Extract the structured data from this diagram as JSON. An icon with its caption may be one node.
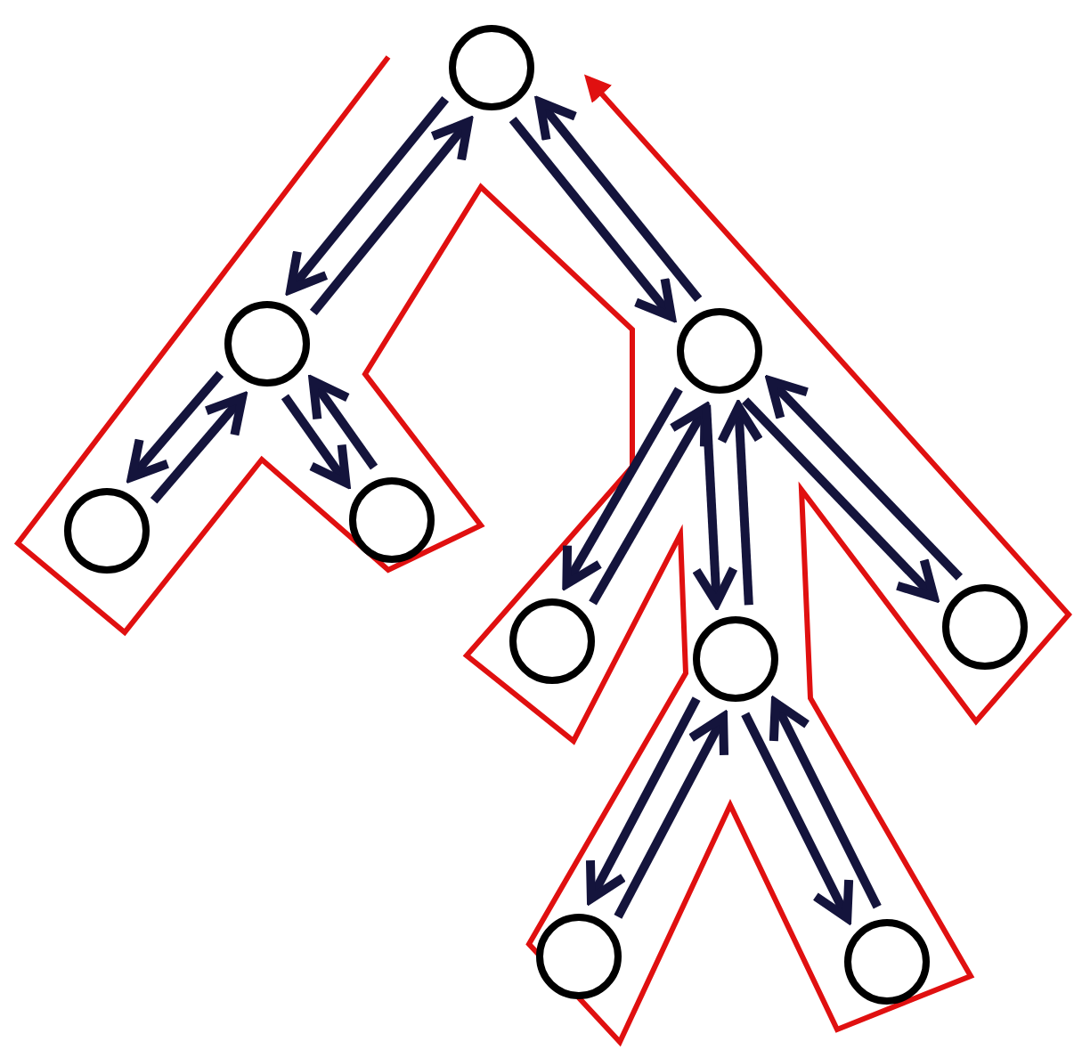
{
  "diagram": {
    "nodes": [
      {
        "text": [],
        "shape": "circle"
      },
      {
        "text": [],
        "shape": "circle"
      },
      {
        "text": [],
        "shape": "circle"
      },
      {
        "text": [],
        "shape": "circle"
      },
      {
        "text": [],
        "shape": "circle"
      },
      {
        "text": [],
        "shape": "circle"
      },
      {
        "text": [],
        "shape": "circle"
      },
      {
        "text": [],
        "shape": "circle"
      },
      {
        "text": [],
        "shape": "circle"
      },
      {
        "text": [],
        "shape": "circle"
      }
    ],
    "edges": [
      {
        "from": 0,
        "to": 1,
        "arrow": "to"
      },
      {
        "from": 1,
        "to": 2,
        "arrow": "to"
      },
      {
        "from": 2,
        "to": 1,
        "arrow": "to"
      },
      {
        "from": 1,
        "to": 3,
        "arrow": "to"
      },
      {
        "from": 3,
        "to": 1,
        "arrow": "to"
      },
      {
        "from": 1,
        "to": 0,
        "arrow": "to"
      },
      {
        "from": 0,
        "to": 4,
        "arrow": "to"
      },
      {
        "from": 4,
        "to": 5,
        "arrow": "to"
      },
      {
        "from": 5,
        "to": 4,
        "arrow": "to"
      },
      {
        "from": 4,
        "to": 6,
        "arrow": "to"
      },
      {
        "from": 6,
        "to": 8,
        "arrow": "to"
      },
      {
        "from": 8,
        "to": 6,
        "arrow": "to"
      },
      {
        "from": 6,
        "to": 9,
        "arrow": "to"
      },
      {
        "from": 9,
        "to": 6,
        "arrow": "to"
      },
      {
        "from": 6,
        "to": 4,
        "arrow": "to"
      },
      {
        "from": 4,
        "to": 7,
        "arrow": "to"
      },
      {
        "from": 7,
        "to": 4,
        "arrow": "to"
      },
      {
        "from": 4,
        "to": 0,
        "arrow": "to"
      }
    ]
  }
}
